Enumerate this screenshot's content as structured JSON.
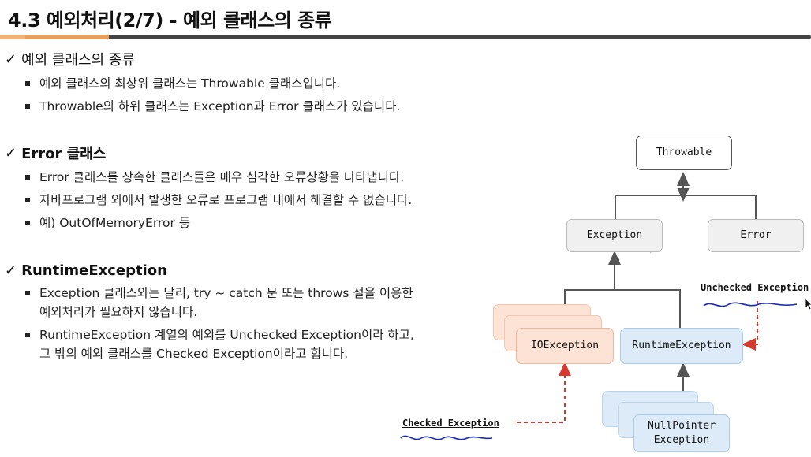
{
  "title": "4.3 예외처리(2/7) - 예외 클래스의 종류",
  "sections": [
    {
      "heading": "예외 클래스의 종류",
      "bullets": [
        [
          "예외 클래스의 최상위 클래스는 Throwable 클래스입니다."
        ],
        [
          "Throwable의 하위 클래스는 Exception과 Error 클래스가 있습니다."
        ]
      ]
    },
    {
      "heading": "Error 클래스",
      "bullets": [
        [
          "Error 클래스를 상속한 클래스들은 매우 심각한 오류상황을 나타냅니다."
        ],
        [
          "자바프로그램 외에서 발생한 오류로 프로그램 내에서 해결할 수 없습니다."
        ],
        [
          "예) OutOfMemoryError 등"
        ]
      ]
    },
    {
      "heading": "RuntimeException",
      "bullets": [
        [
          "Exception 클래스와는 달리, try ~ catch 문 또는 throws 절을 이용한",
          "예외처리가 필요하지 않습니다."
        ],
        [
          "RuntimeException 계열의 예외를 Unchecked Exception이라 하고,",
          "그 밖의 예외 클래스를 Checked Exception이라고 합니다."
        ]
      ]
    }
  ],
  "diagram": {
    "throwable": "Throwable",
    "exception": "Exception",
    "error": "Error",
    "ioexception": "IOException",
    "runtimeexception": "RuntimeException",
    "nullpointer_line1": "NullPointer",
    "nullpointer_line2": "Exception",
    "unchecked_label": "Unchecked Exception",
    "checked_label": "Checked Exception"
  },
  "colors": {
    "accent_orange": "#e6a05e",
    "title_bar": "#444444",
    "checked_arrow": "#d63a2f",
    "annotation_ink": "#1a2db0"
  }
}
